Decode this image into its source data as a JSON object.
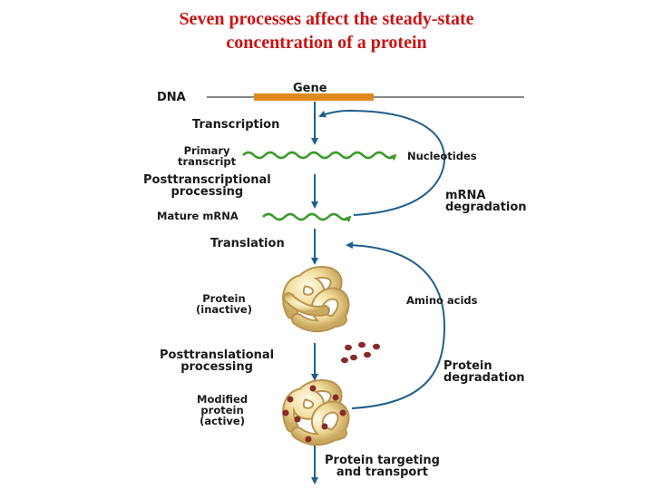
{
  "title": {
    "line1": "Seven processes affect the steady-state",
    "line2": "concentration of a protein"
  },
  "colors": {
    "title": "#cc1111",
    "arrow": "#1f5f8b",
    "gene": "#e08a1e",
    "rna_wave": "#3a9a2a",
    "protein": "#f1dc9c",
    "amino_acid": "#8b2a2a"
  },
  "labels": {
    "dna": "DNA",
    "gene": "Gene",
    "transcription": "Transcription",
    "primary_transcript": [
      "Primary",
      "transcript"
    ],
    "posttranscriptional": [
      "Posttranscriptional",
      "processing"
    ],
    "mature_mrna": "Mature mRNA",
    "nucleotides": "Nucleotides",
    "mrna_degradation": [
      "mRNA",
      "degradation"
    ],
    "translation": "Translation",
    "protein_inactive": [
      "Protein",
      "(inactive)"
    ],
    "amino_acids": "Amino acids",
    "posttranslational": [
      "Posttranslational",
      "processing"
    ],
    "protein_degradation": [
      "Protein",
      "degradation"
    ],
    "modified_protein": [
      "Modified",
      "protein",
      "(active)"
    ],
    "targeting": [
      "Protein targeting",
      "and transport"
    ]
  }
}
